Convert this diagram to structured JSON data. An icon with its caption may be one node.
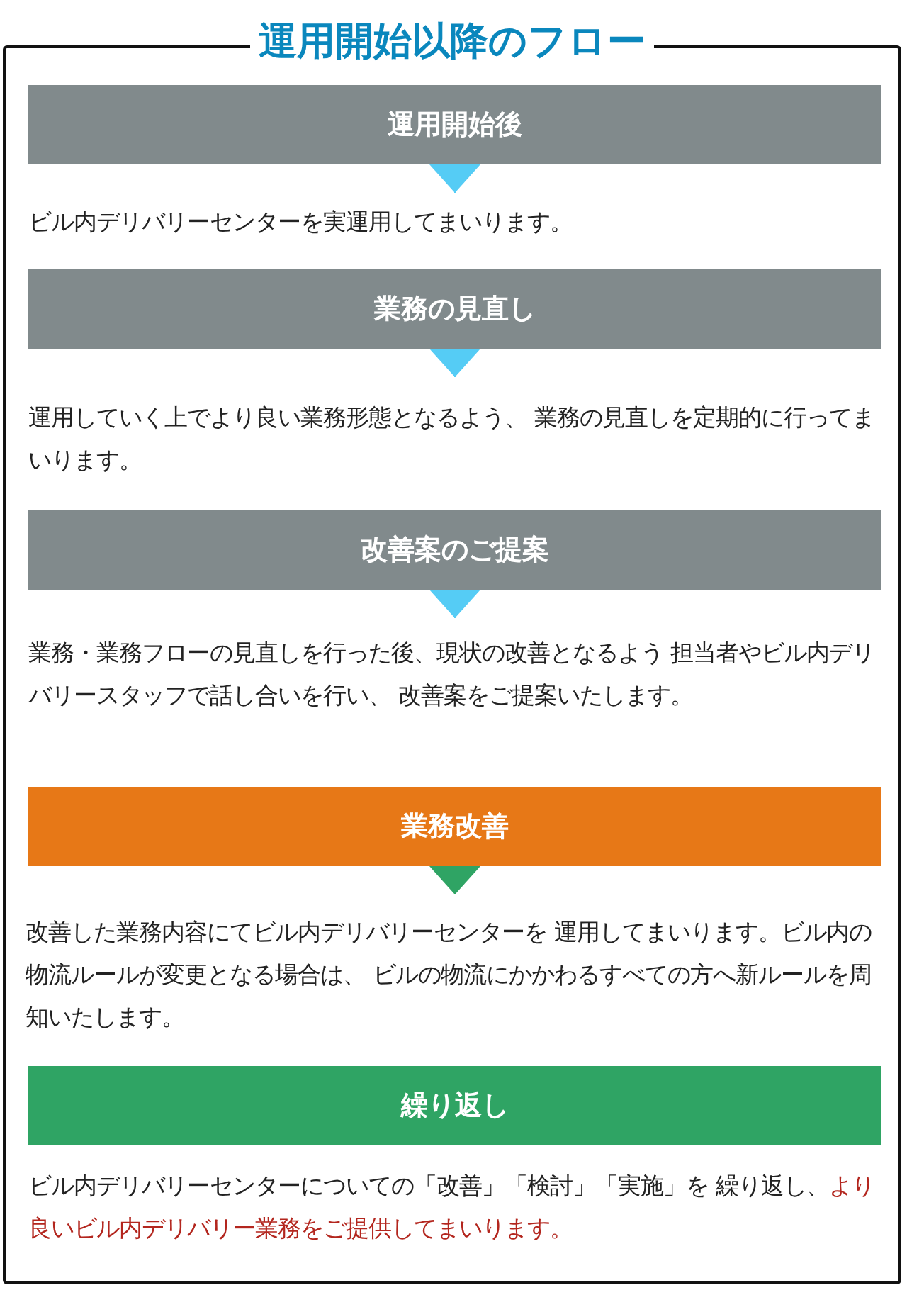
{
  "diagram": {
    "nodes": [
      {
        "text": [
          "運用開始以降のフロー"
        ]
      },
      {
        "text": [
          "運用開始後"
        ],
        "in": 0
      },
      {
        "text": [
          "ビル内デリバリーセンターを実運用してまいります。"
        ],
        "in": 0
      },
      {
        "text": [
          "業務の見直し"
        ],
        "in": 0
      },
      {
        "text": [
          "運用していく上でより良い業務形態となるよう、 業務の見直しを定期的に行ってまいります。"
        ],
        "in": 0
      },
      {
        "text": [
          "改善案のご提案"
        ],
        "in": 0
      },
      {
        "text": [
          "業務・業務フローの見直しを行った後、現状の改善となるよう 担当者やビル内デリバリースタッフで話し合いを行い、 改善案をご提案いたします。"
        ],
        "in": 0
      },
      {
        "text": [
          "業務改善"
        ],
        "in": 0
      },
      {
        "text": [
          "改善した業務内容にてビル内デリバリーセンターを 運用してまいります。ビル内の物流ルールが変更となる場合は、 ビルの物流にかかわるすべての方へ新ルールを周知いたします。"
        ],
        "in": 0
      },
      {
        "text": [
          "繰り返し"
        ],
        "in": 0
      },
      {
        "text": [
          "ビル内デリバリーセンターについての「改善」「検討」「実施」を 繰り返し、",
          "より良いビル内デリバリー業務をご提供してまいります。"
        ],
        "in": 0
      }
    ],
    "edges": [
      {
        "from": 1,
        "to": 2,
        "arrow": "to"
      },
      {
        "from": 3,
        "to": 4,
        "arrow": "to"
      },
      {
        "from": 5,
        "to": 6,
        "arrow": "to"
      },
      {
        "from": 7,
        "to": 8,
        "arrow": "to",
        "color": "#2fa464"
      }
    ]
  }
}
